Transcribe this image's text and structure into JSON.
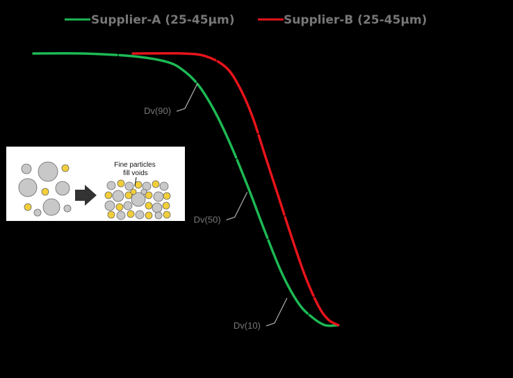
{
  "chart_data": {
    "type": "line",
    "title": "",
    "xlabel": "",
    "ylabel": "",
    "grid": false,
    "legend_position": "top",
    "background_color": "#000000",
    "series": [
      {
        "name": "Supplier-A (25-45µm)",
        "color": "#1db954",
        "points": [
          [
            0.0,
            1.0
          ],
          [
            0.15,
            1.0
          ],
          [
            0.3,
            0.99
          ],
          [
            0.4,
            0.97
          ],
          [
            0.45,
            0.94
          ],
          [
            0.5,
            0.88
          ],
          [
            0.55,
            0.78
          ],
          [
            0.6,
            0.65
          ],
          [
            0.65,
            0.5
          ],
          [
            0.7,
            0.34
          ],
          [
            0.75,
            0.19
          ],
          [
            0.8,
            0.08
          ],
          [
            0.84,
            0.03
          ],
          [
            0.88,
            0.0
          ],
          [
            0.92,
            0.0
          ]
        ]
      },
      {
        "name": "Supplier-B (25-45µm)",
        "color": "#e8141b",
        "points": [
          [
            0.3,
            1.0
          ],
          [
            0.45,
            1.0
          ],
          [
            0.52,
            0.99
          ],
          [
            0.58,
            0.95
          ],
          [
            0.62,
            0.88
          ],
          [
            0.66,
            0.77
          ],
          [
            0.7,
            0.62
          ],
          [
            0.74,
            0.47
          ],
          [
            0.78,
            0.32
          ],
          [
            0.82,
            0.18
          ],
          [
            0.86,
            0.07
          ],
          [
            0.89,
            0.02
          ],
          [
            0.92,
            0.0
          ]
        ]
      }
    ],
    "annotations": [
      {
        "label": "Dv(90)",
        "series": 0,
        "at": [
          0.495,
          0.9
        ]
      },
      {
        "label": "Dv(50)",
        "series": 0,
        "at": [
          0.645,
          0.5
        ]
      },
      {
        "label": "Dv(10)",
        "series": 0,
        "at": [
          0.765,
          0.11
        ]
      }
    ],
    "inset": {
      "caption_line1": "Fine particles",
      "caption_line2": "fill voids",
      "coarse_color": "#c8c8c8",
      "fine_color": "#f2cf3a",
      "arrow_color": "#333333"
    }
  }
}
